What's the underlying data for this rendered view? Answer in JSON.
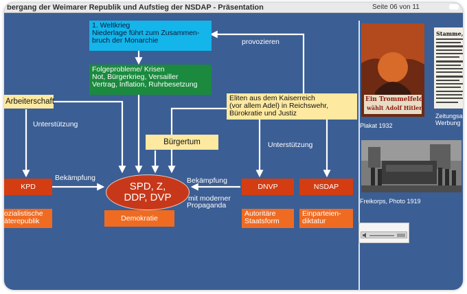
{
  "titlebar": {
    "title": "bergang der Weimarer Republik und Aufstieg der NSDAP - Präsentation",
    "page": "Seite 06 von 11"
  },
  "diagram": {
    "wk_line1": "1. Weltkrieg",
    "wk_line2": "Niederlage führt zum Zusammen-",
    "wk_line3": "bruch der Monarchie",
    "folge_line1": "Folgeprobleme/ Krisen",
    "folge_line2": "Not, Bürgerkrieg, Versailler",
    "folge_line3": "Vertrag, Inflation, Ruhrbesetzung",
    "arbeiterschaft": "Arbeiterschaft",
    "buergertum": "Bürgertum",
    "eliten_line1": "Eliten aus dem Kaiserreich",
    "eliten_line2": "(vor allem Adel) in Reichswehr,",
    "eliten_line3": "Bürokratie und Justiz",
    "provozieren": "provozieren",
    "unterstuetzung_left": "Unterstützung",
    "unterstuetzung_right": "Unterstützung",
    "kpd": "KPD",
    "dnvp": "DNVP",
    "nsdap": "NSDAP",
    "bekaempfung_left": "Bekämpfung",
    "bekaempfung_right": "Bekämpfung",
    "propaganda_line1": "mit moderner",
    "propaganda_line2": "Propaganda",
    "parties_line1": "SPD, Z,",
    "parties_line2": "DDP, DVP",
    "demokratie": "Demokratie",
    "raete_line1": "ozialistische",
    "raete_line2": "äterepublik",
    "autoritaer_line1": "Autoritäre",
    "autoritaer_line2": "Staatsform",
    "einpartei_line1": "Einparteien-",
    "einpartei_line2": "diktatur"
  },
  "sidebar": {
    "poster_text_1": "Ein Trommelfeld",
    "poster_text_2": "wählt Adolf Hitler",
    "plakat_caption": "Plakat 1932",
    "zeitung_header": "Stamme,",
    "zeitung_caption_1": "Zeitungsa",
    "zeitung_caption_2": "Werbung",
    "freikorps_caption": "Freikorps, Photo 1919"
  },
  "colors": {
    "background": "#3b5e94",
    "cyan_box": "#13b5ea",
    "green_box": "#1b8a3e",
    "yellow_box": "#fde9a0",
    "party_red": "#d43d12",
    "result_orange": "#ef6b22"
  },
  "icons": {
    "audio": "speaker-icon"
  }
}
